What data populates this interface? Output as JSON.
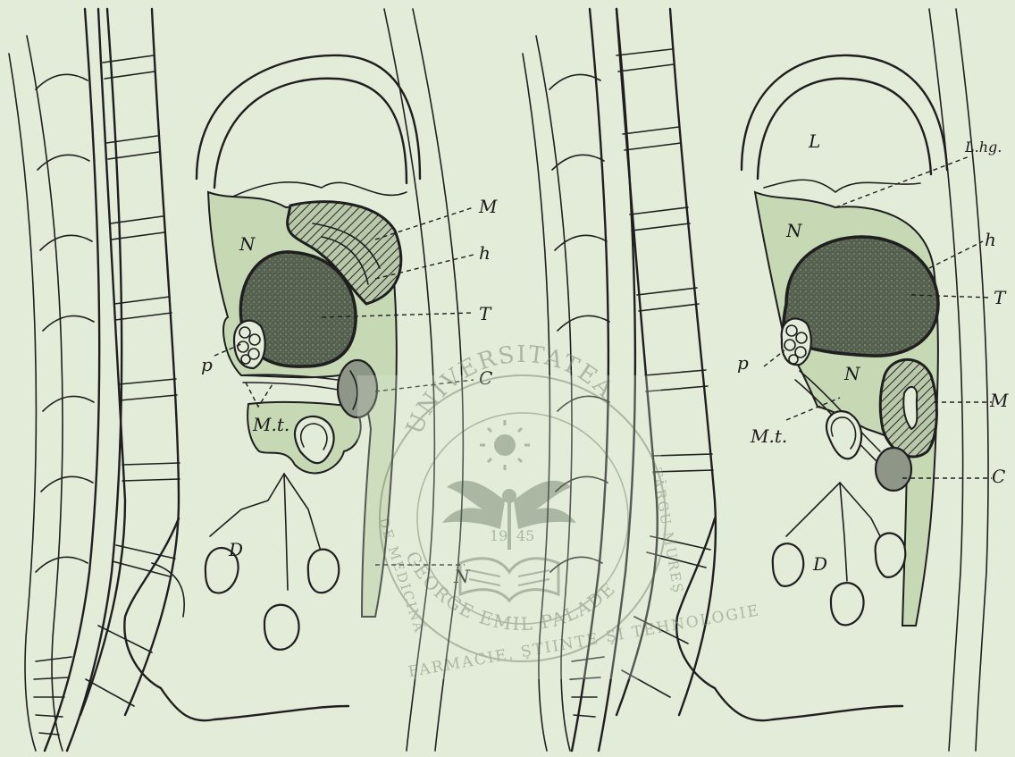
{
  "left_figure": {
    "labels": {
      "M": "M",
      "N": "N",
      "h": "h",
      "T": "T",
      "p": "p",
      "C": "C",
      "Mt": "M.t.",
      "D": "D",
      "N2": "N"
    }
  },
  "right_figure": {
    "labels": {
      "L": "L",
      "Lhg": "L.hg.",
      "N": "N",
      "h": "h",
      "T": "T",
      "p": "p",
      "N2": "N",
      "M": "M",
      "Mt": "M.t.",
      "C": "C",
      "D": "D"
    }
  },
  "watermark": {
    "arc_top": "UNIVERSITATEA",
    "arc_left": "DE MEDICINĂ",
    "arc_bottom_1": "GEORGE EMIL PALADE",
    "arc_bottom_2": "FARMACIE, ŞTIINŢE ŞI TEHNOLOGIE",
    "arc_right": "TÂRGU MUREŞ",
    "year_left": "19",
    "year_right": "45"
  }
}
